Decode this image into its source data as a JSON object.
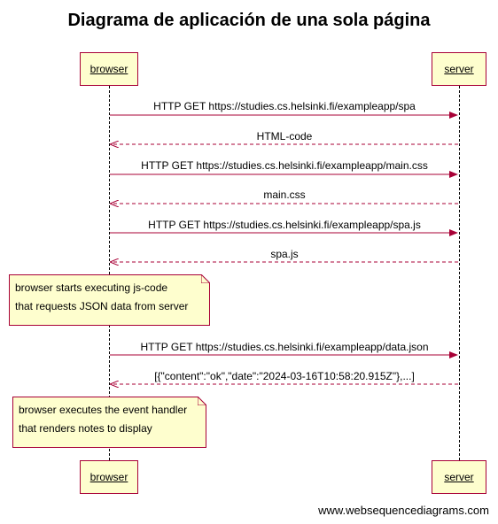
{
  "title": "Diagrama de aplicación de una sola página",
  "participants": {
    "browser": "browser",
    "server": "server"
  },
  "messages": [
    {
      "from": "browser",
      "to": "server",
      "style": "solid",
      "label": "HTTP GET https://studies.cs.helsinki.fi/exampleapp/spa"
    },
    {
      "from": "server",
      "to": "browser",
      "style": "dashed",
      "label": "HTML-code"
    },
    {
      "from": "browser",
      "to": "server",
      "style": "solid",
      "label": "HTTP GET https://studies.cs.helsinki.fi/exampleapp/main.css"
    },
    {
      "from": "server",
      "to": "browser",
      "style": "dashed",
      "label": "main.css"
    },
    {
      "from": "browser",
      "to": "server",
      "style": "solid",
      "label": "HTTP GET https://studies.cs.helsinki.fi/exampleapp/spa.js"
    },
    {
      "from": "server",
      "to": "browser",
      "style": "dashed",
      "label": "spa.js"
    },
    {
      "from": "browser",
      "to": "server",
      "style": "solid",
      "label": "HTTP GET https://studies.cs.helsinki.fi/exampleapp/data.json"
    },
    {
      "from": "server",
      "to": "browser",
      "style": "dashed",
      "label": "[{\"content\":\"ok\",\"date\":\"2024-03-16T10:58:20.915Z\"},...]"
    }
  ],
  "notes": [
    {
      "lines": [
        "browser starts executing js-code",
        "that requests JSON data from server"
      ]
    },
    {
      "lines": [
        "browser executes the event handler",
        "that renders notes to display"
      ]
    }
  ],
  "footer": "www.websequencediagrams.com",
  "colors": {
    "box_fill": "#fefece",
    "box_border": "#a80036",
    "arrow": "#a80036"
  }
}
